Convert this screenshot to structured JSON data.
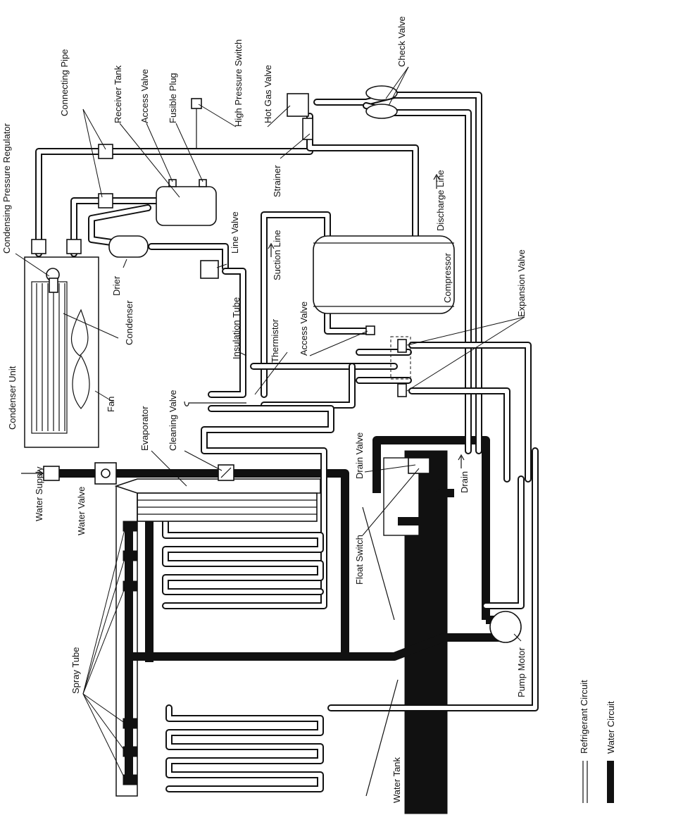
{
  "labels": {
    "condensing_pressure_regulator": "Condensing Pressure Regulator",
    "connecting_pipe": "Connecting Pipe",
    "receiver_tank": "Receiver Tank",
    "access_valve_top": "Access Valve",
    "fusible_plug": "Fusible Plug",
    "high_pressure_switch": "High Pressure Switch",
    "hot_gas_valve": "Hot Gas Valve",
    "check_valve": "Check Valve",
    "strainer": "Strainer",
    "discharge_line": "Discharge Line",
    "line_valve": "Line Valve",
    "suction_line": "Suction Line",
    "compressor": "Compressor",
    "expansion_valve": "Expansion Valve",
    "drier": "Drier",
    "condenser": "Condenser",
    "insulation_tube": "Insulation Tube",
    "thermistor": "Thermistor",
    "access_valve_bottom": "Access Valve",
    "condenser_unit": "Condenser Unit",
    "fan": "Fan",
    "evaporator": "Evaporator",
    "cleaning_valve": "Cleaning Valve",
    "drain_valve": "Drain Valve",
    "drain": "Drain",
    "water_supply": "Water Supply",
    "water_valve": "Water Valve",
    "float_switch": "Float Switch",
    "spray_tube": "Spray Tube",
    "pump_motor": "Pump Motor",
    "water_tank": "Water Tank"
  },
  "legend": {
    "refrigerant_circuit": "Refrigerant Circuit",
    "water_circuit": "Water Circuit"
  },
  "colors": {
    "line": "#111111",
    "background": "#ffffff"
  }
}
